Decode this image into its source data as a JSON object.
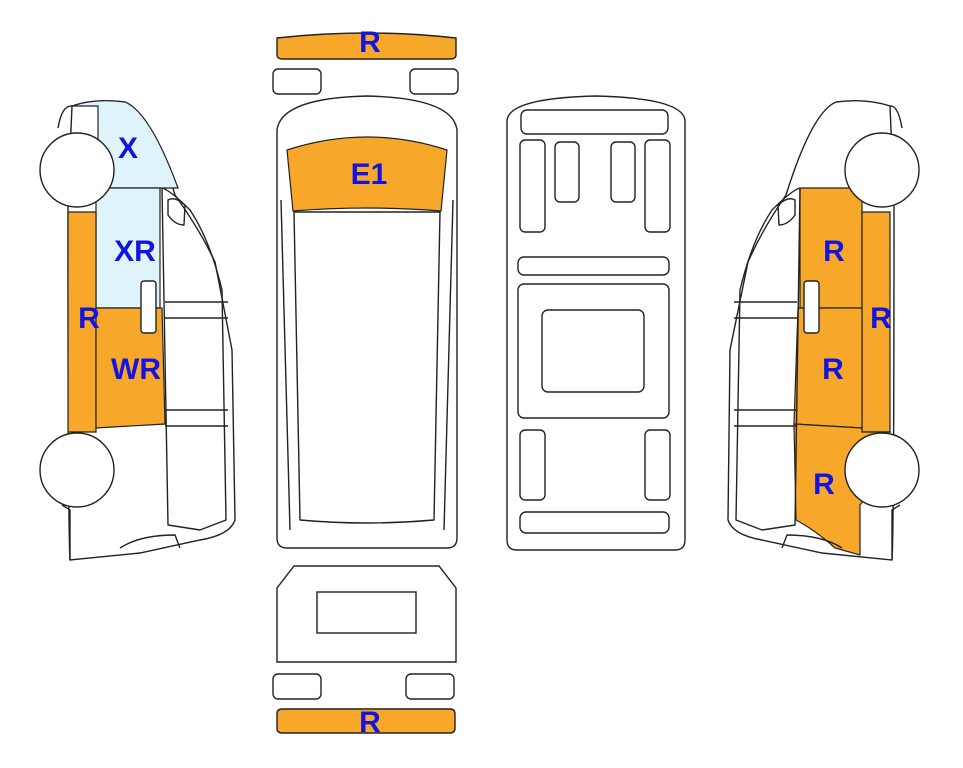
{
  "colors": {
    "damage_repair": "#F7A82A",
    "damage_replace": "#DFF3FB",
    "label": "#1414E0",
    "outline": "#222222",
    "background": "#FFFFFF"
  },
  "views": {
    "front_bumper": {
      "label": "R"
    },
    "roof": {
      "windshield_label": "E1"
    },
    "rear_bumper": {
      "label": "R"
    },
    "left_side": {
      "front_door_label": "X",
      "window_label": "XR",
      "sill_label": "R",
      "rear_door_label": "WR"
    },
    "right_side": {
      "window_label": "R",
      "pillar_label": "R",
      "door_label": "R",
      "rear_panel_label": "R"
    }
  }
}
